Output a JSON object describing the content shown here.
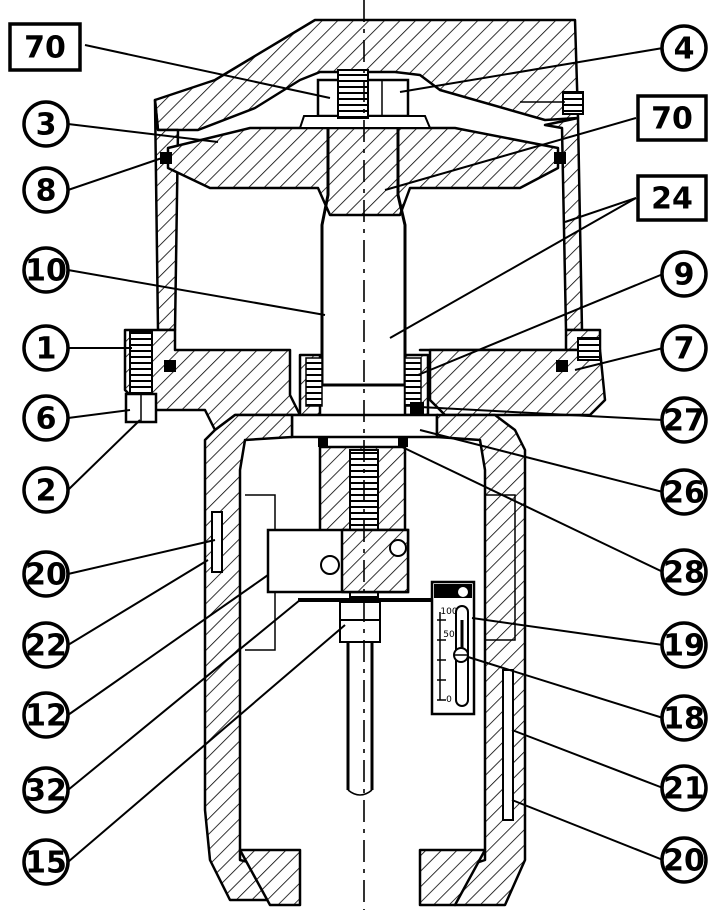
{
  "diagram": {
    "callouts": [
      {
        "id": "c70a",
        "text": "70",
        "style": "box"
      },
      {
        "id": "c4",
        "text": "4",
        "style": "circle"
      },
      {
        "id": "c3",
        "text": "3",
        "style": "circle"
      },
      {
        "id": "c70b",
        "text": "70",
        "style": "box"
      },
      {
        "id": "c8",
        "text": "8",
        "style": "circle"
      },
      {
        "id": "c24",
        "text": "24",
        "style": "box"
      },
      {
        "id": "c10",
        "text": "10",
        "style": "circle"
      },
      {
        "id": "c9",
        "text": "9",
        "style": "circle"
      },
      {
        "id": "c1",
        "text": "1",
        "style": "circle"
      },
      {
        "id": "c7",
        "text": "7",
        "style": "circle"
      },
      {
        "id": "c6",
        "text": "6",
        "style": "circle"
      },
      {
        "id": "c27",
        "text": "27",
        "style": "circle"
      },
      {
        "id": "c2",
        "text": "2",
        "style": "circle"
      },
      {
        "id": "c26",
        "text": "26",
        "style": "circle"
      },
      {
        "id": "c20a",
        "text": "20",
        "style": "circle"
      },
      {
        "id": "c28",
        "text": "28",
        "style": "circle"
      },
      {
        "id": "c22",
        "text": "22",
        "style": "circle"
      },
      {
        "id": "c19",
        "text": "19",
        "style": "circle"
      },
      {
        "id": "c12",
        "text": "12",
        "style": "circle"
      },
      {
        "id": "c18",
        "text": "18",
        "style": "circle"
      },
      {
        "id": "c32",
        "text": "32",
        "style": "circle"
      },
      {
        "id": "c21",
        "text": "21",
        "style": "circle"
      },
      {
        "id": "c15",
        "text": "15",
        "style": "circle"
      },
      {
        "id": "c20b",
        "text": "20",
        "style": "circle"
      }
    ],
    "scale_text": [
      "100",
      "50",
      "0"
    ]
  }
}
